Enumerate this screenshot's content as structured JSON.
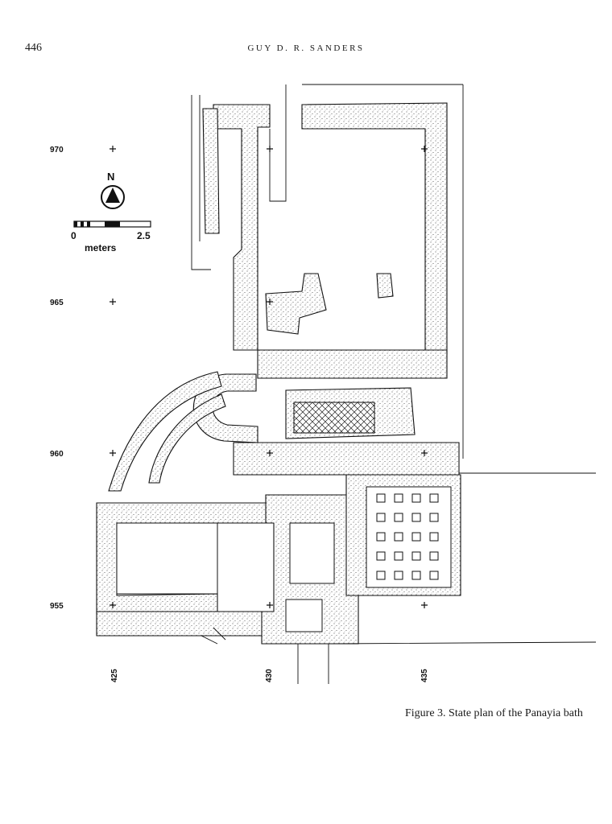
{
  "header": {
    "page_number": "446",
    "author": "GUY D. R. SANDERS"
  },
  "plan": {
    "north_label": "N",
    "scale": {
      "zero": "0",
      "max": "2.5",
      "unit": "meters"
    },
    "northings": [
      "970",
      "965",
      "960",
      "955"
    ],
    "eastings": [
      "425",
      "430",
      "435"
    ]
  },
  "caption": "Figure 3. State plan of the Panayia bath"
}
